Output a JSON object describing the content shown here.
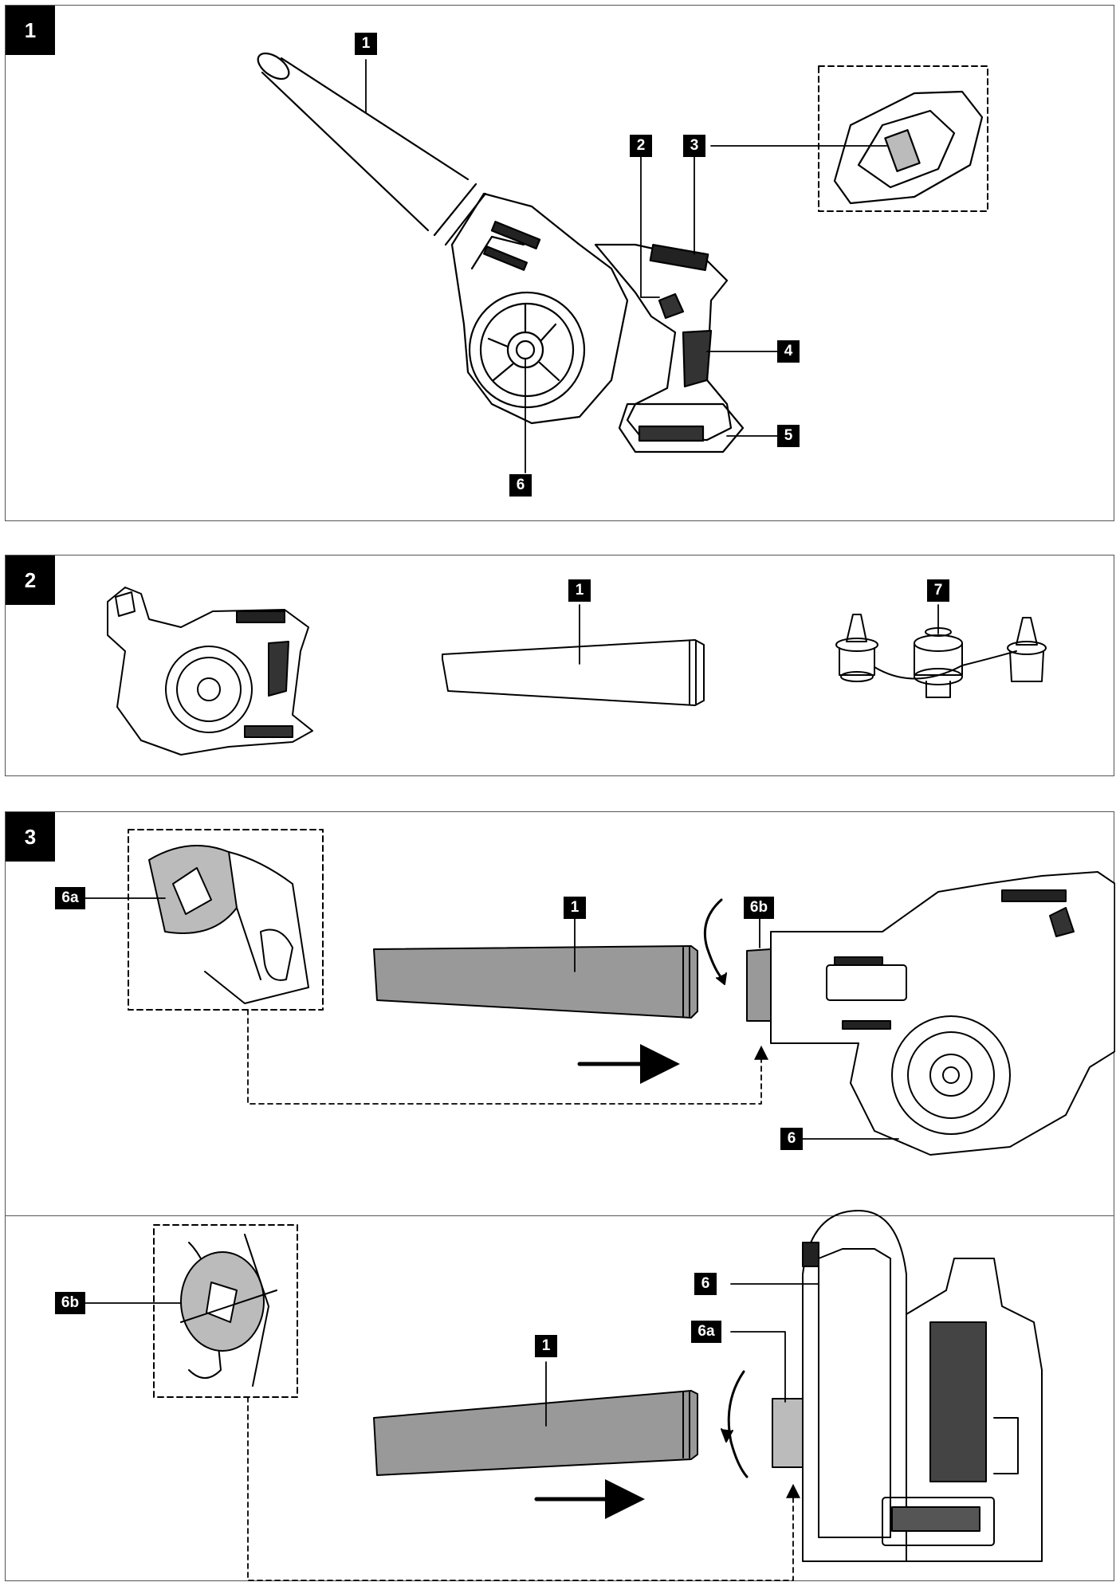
{
  "figures": [
    {
      "number": "1",
      "callouts": [
        "1",
        "2",
        "3",
        "4",
        "5",
        "6"
      ]
    },
    {
      "number": "2",
      "callouts": [
        "1",
        "7"
      ]
    },
    {
      "number": "3",
      "callouts_top": [
        "6a",
        "1",
        "6b",
        "6"
      ],
      "callouts_bottom": [
        "6b",
        "1",
        "6",
        "6a"
      ]
    }
  ]
}
